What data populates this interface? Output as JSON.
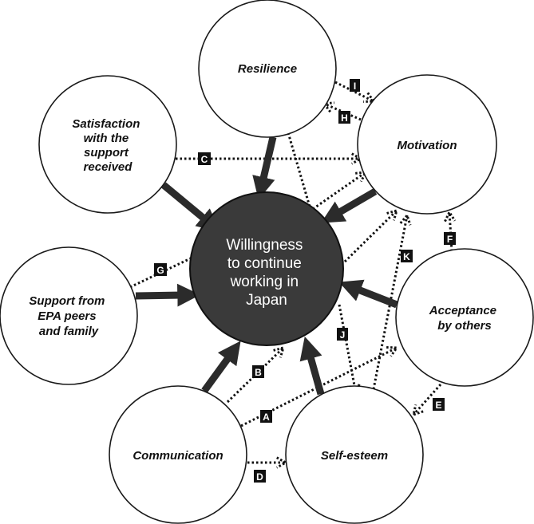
{
  "center": {
    "lines": [
      "Willingness",
      "to continue",
      "working in",
      "Japan"
    ]
  },
  "nodes": {
    "resilience": {
      "lines": [
        "Resilience"
      ]
    },
    "motivation": {
      "lines": [
        "Motivation"
      ]
    },
    "satisfaction": {
      "lines": [
        "Satisfaction",
        "with the",
        "support",
        "received"
      ]
    },
    "support": {
      "lines": [
        "Support from",
        "EPA peers",
        "and family"
      ]
    },
    "acceptance": {
      "lines": [
        "Acceptance",
        "by others"
      ]
    },
    "communication": {
      "lines": [
        "Communication"
      ]
    },
    "self_esteem": {
      "lines": [
        "Self-esteem"
      ]
    }
  },
  "dotted_links": {
    "A": {
      "label": "A",
      "from": "Communication",
      "to": "Acceptance by others"
    },
    "B": {
      "label": "B",
      "from": "Communication",
      "to": "Willingness to continue working in Japan"
    },
    "C": {
      "label": "C",
      "from": "Satisfaction with the support received",
      "to": "Motivation"
    },
    "D": {
      "label": "D",
      "from": "Communication",
      "to": "Self-esteem"
    },
    "E": {
      "label": "E",
      "from": "Acceptance by others",
      "to": "Self-esteem"
    },
    "F": {
      "label": "F",
      "from": "Acceptance by others",
      "to": "Motivation"
    },
    "G": {
      "label": "G",
      "from": "Support from EPA peers and family",
      "to": "Willingness to continue working in Japan"
    },
    "H": {
      "label": "H",
      "from": "Motivation",
      "to": "Resilience"
    },
    "I": {
      "label": "I",
      "from": "Resilience",
      "to": "Motivation"
    },
    "J": {
      "label": "J",
      "from": "Willingness to continue working in Japan",
      "to": "Self-esteem"
    },
    "K": {
      "label": "K",
      "from": "Self-esteem",
      "to": "Motivation"
    }
  },
  "colors": {
    "center_fill": "#3a3a3a",
    "arrow": "#2b2b2b",
    "label_box": "#111111"
  }
}
